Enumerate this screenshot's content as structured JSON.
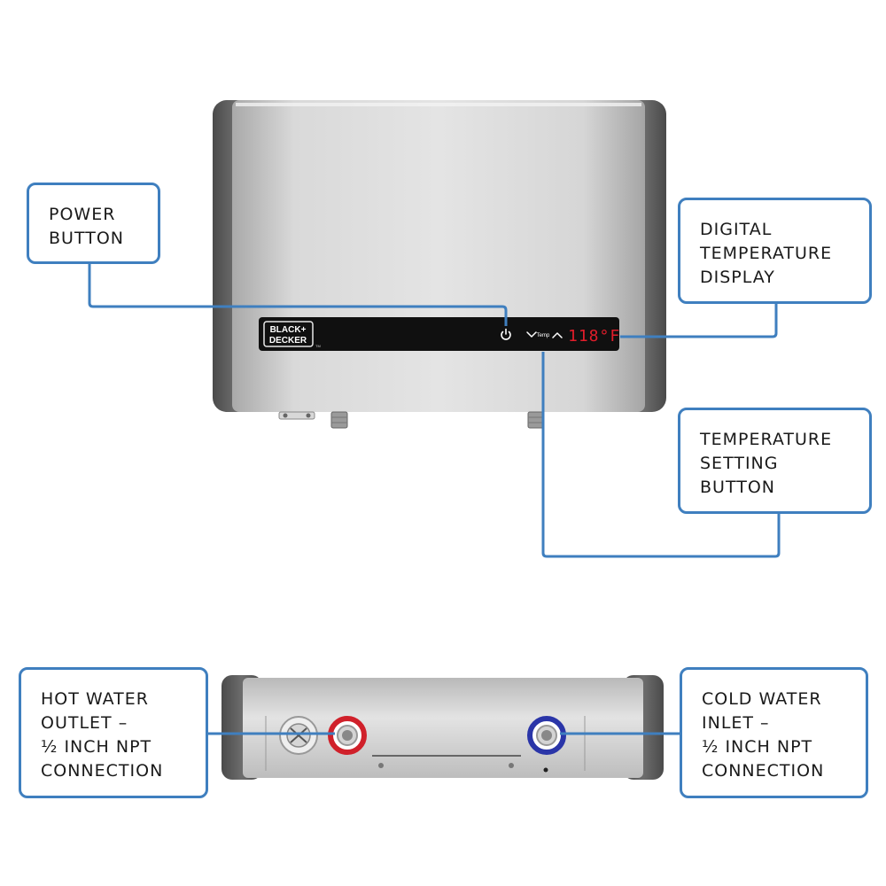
{
  "brand": {
    "line1": "BLACK+",
    "line2": "DECKER",
    "tm": "TM"
  },
  "control_panel": {
    "temp_label": "Temp",
    "display_value": "118°F",
    "display_color": "#e11d2a",
    "power_icon": "power-icon",
    "down_icon": "chevron-down-icon",
    "up_icon": "chevron-up-icon"
  },
  "callouts": {
    "power_button": {
      "line1": "POWER",
      "line2": "BUTTON"
    },
    "digital_display": {
      "line1": "DIGITAL",
      "line2": "TEMPERATURE",
      "line3": "DISPLAY"
    },
    "temp_setting": {
      "line1": "TEMPERATURE",
      "line2": "SETTING",
      "line3": "BUTTON"
    },
    "hot_outlet": {
      "line1": "HOT WATER",
      "line2": "OUTLET –",
      "line3": "½ INCH NPT",
      "line4": "CONNECTION"
    },
    "cold_inlet": {
      "line1": "COLD WATER",
      "line2": "INLET –",
      "line3": "½ INCH NPT",
      "line4": "CONNECTION"
    }
  },
  "colors": {
    "callout_border": "#3f7fbf",
    "hot_ring": "#d0202a",
    "cold_ring": "#2a35a8",
    "body_silver": "#c9c9c9",
    "end_cap": "#5a5a5a"
  }
}
